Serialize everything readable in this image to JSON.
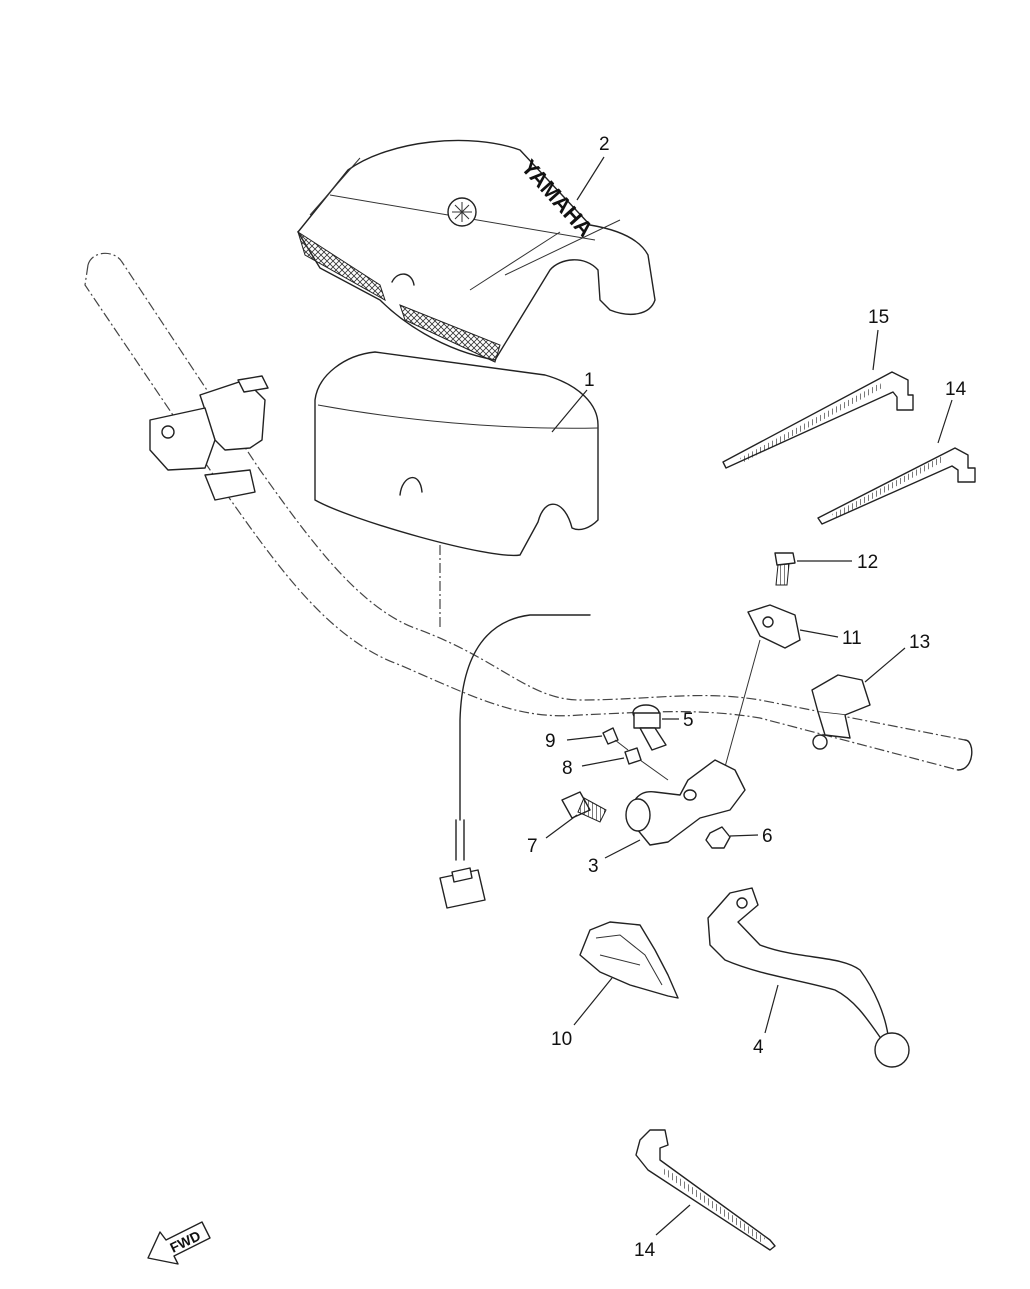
{
  "diagram": {
    "brand_text": "YAMAHA",
    "direction_text": "FWD",
    "callouts": {
      "c1": "1",
      "c2": "2",
      "c3": "3",
      "c4": "4",
      "c5": "5",
      "c6": "6",
      "c7": "7",
      "c8": "8",
      "c9": "9",
      "c10": "10",
      "c11": "11",
      "c12": "12",
      "c13": "13",
      "c14a": "14",
      "c14b": "14",
      "c15": "15"
    }
  }
}
